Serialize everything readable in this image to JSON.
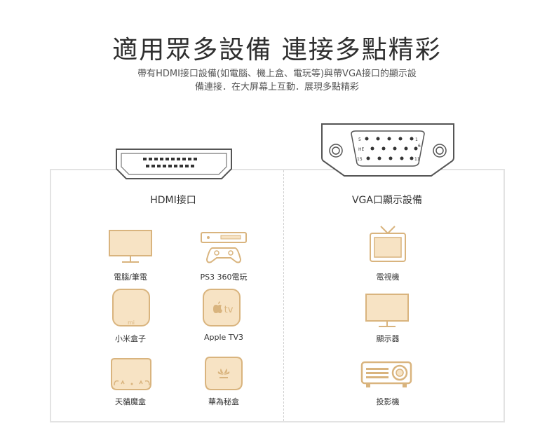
{
  "title": "適用眾多設備 連接多點精彩",
  "subtitle": {
    "line1": "帶有HDMI接口設備(如電腦、機上盒、電玩等)與帶VGA接口的顯示設",
    "line2": "備連接．在大屏幕上互動．展現多點精彩"
  },
  "hdmi": {
    "heading": "HDMI接口",
    "items": [
      {
        "label": "電腦/筆電",
        "icon": "monitor-icon"
      },
      {
        "label": "PS3 360電玩",
        "icon": "game-console-icon"
      },
      {
        "label": "小米盒子",
        "icon": "xiaomi-box-icon"
      },
      {
        "label": "Apple TV3",
        "icon": "apple-tv-icon"
      },
      {
        "label": "天貓魔盒",
        "icon": "tmall-box-icon"
      },
      {
        "label": "華為秘盒",
        "icon": "huawei-box-icon"
      }
    ],
    "appletv_text": "tv",
    "mi_text": "mi"
  },
  "vga": {
    "heading": "VGA口顯示設備",
    "items": [
      {
        "label": "電視機",
        "icon": "tv-icon"
      },
      {
        "label": "顯示器",
        "icon": "display-icon"
      },
      {
        "label": "投影機",
        "icon": "projector-icon"
      }
    ],
    "pins": {
      "p1": "1",
      "p5": "5",
      "p6": "6",
      "p11": "11",
      "p15": "15",
      "he": "HE"
    }
  },
  "colors": {
    "accent": "#d9b47e",
    "accent_fill": "#f7e3c4",
    "panel_border": "#e3e3e3"
  }
}
